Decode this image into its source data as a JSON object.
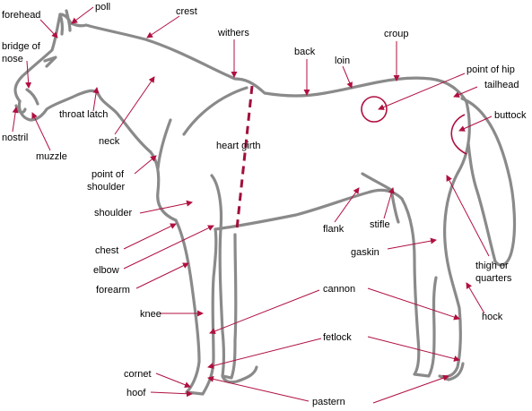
{
  "labels": {
    "forehead": "forehead",
    "poll": "poll",
    "crest": "crest",
    "withers": "withers",
    "croup": "croup",
    "back": "back",
    "loin": "loin",
    "point_of_hip": "point of hip",
    "tailhead": "tailhead",
    "buttock": "buttock",
    "bridge_line1": "bridge of",
    "bridge_line2": "nose",
    "throat_latch": "throat latch",
    "nostril": "nostril",
    "muzzle": "muzzle",
    "neck": "neck",
    "heart_girth": "heart girth",
    "point_shoulder_line1": "point of",
    "point_shoulder_line2": "shoulder",
    "shoulder": "shoulder",
    "flank": "flank",
    "stifle": "stifle",
    "gaskin": "gaskin",
    "chest": "chest",
    "elbow": "elbow",
    "forearm": "forearm",
    "thigh_line1": "thigh or",
    "thigh_line2": "quarters",
    "cannon": "cannon",
    "hock": "hock",
    "knee": "knee",
    "fetlock": "fetlock",
    "cornet": "cornet",
    "hoof": "hoof",
    "pastern": "pastern"
  },
  "colors": {
    "outline": "#8a8a8a",
    "leader": "#b01040",
    "label_text": "#000000",
    "background": "#ffffff"
  }
}
